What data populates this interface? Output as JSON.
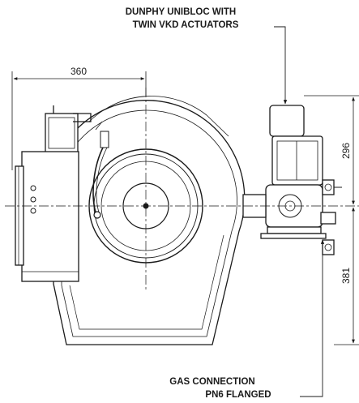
{
  "callouts": {
    "actuator_line1": "DUNPHY UNIBLOC WITH",
    "actuator_line2": "TWIN VKD ACTUATORS",
    "gas_line1": "GAS CONNECTION",
    "gas_line2": "PN6 FLANGED"
  },
  "dimensions": {
    "width": "360",
    "upper_right": "296",
    "lower_right": "381"
  },
  "colors": {
    "ink": "#1a1a1a",
    "background": "#ffffff"
  }
}
